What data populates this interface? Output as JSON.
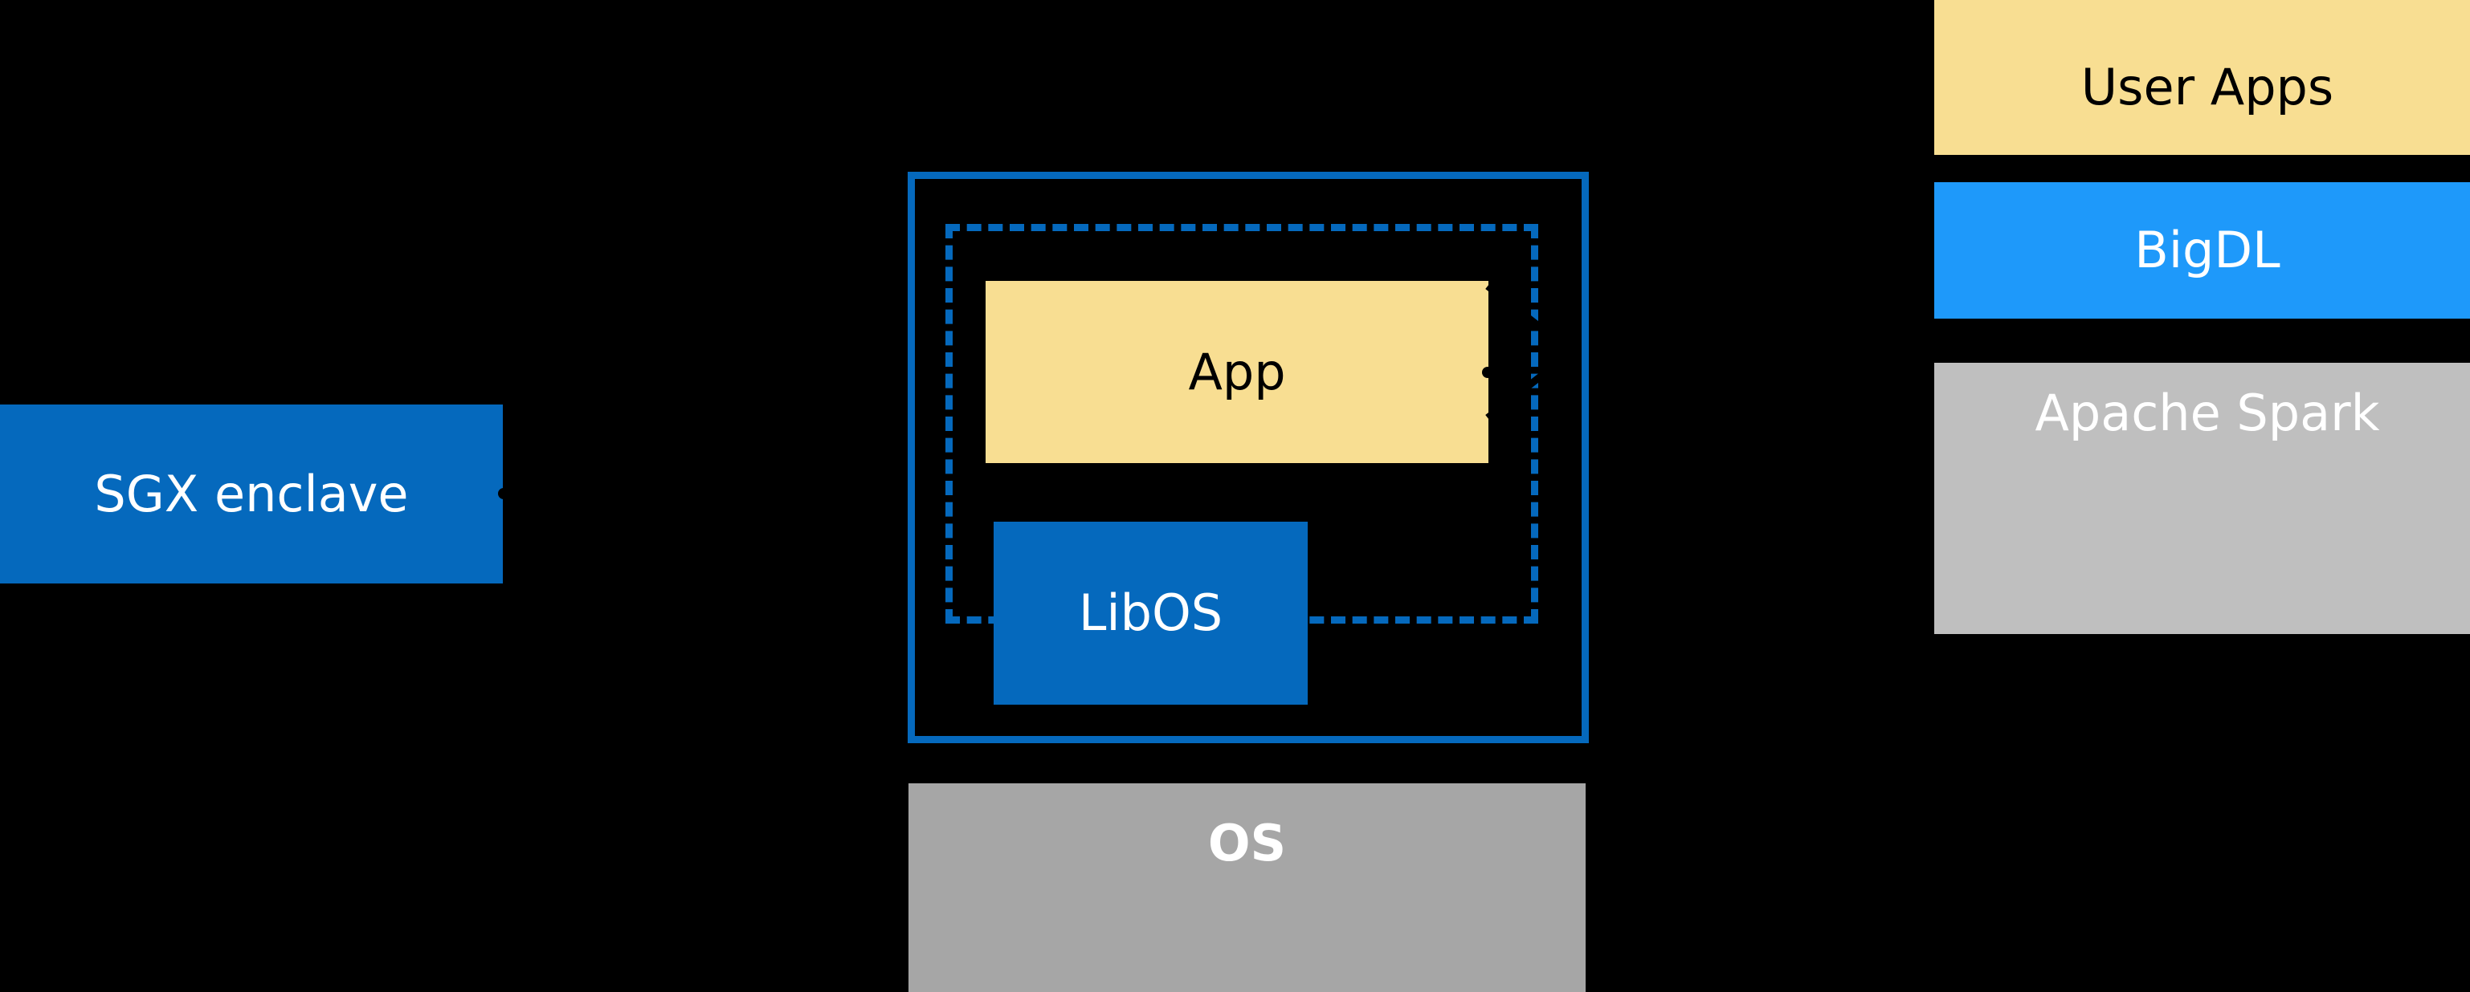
{
  "diagram": {
    "title": "SGX enclave LibOS architecture diagram",
    "background_color": "#000000",
    "palette": {
      "enclave_blue": "#0569BD",
      "bigdl_blue": "#1E99FA",
      "app_yellow": "#F8DE92",
      "os_gray": "#A6A6A6",
      "spark_gray": "#BFBFBF",
      "text_white": "#FFFFFF",
      "text_black": "#000000"
    },
    "left": {
      "sgx_enclave_label": "SGX enclave"
    },
    "center": {
      "app_label": "App",
      "libos_label": "LibOS",
      "os_label": "OS",
      "outer_frame_style": "solid",
      "inner_frame_style": "dashed"
    },
    "right_stack": {
      "items": [
        {
          "label": "User Apps",
          "fill": "#F8DE92",
          "text_color": "#000000"
        },
        {
          "label": "BigDL",
          "fill": "#1E99FA",
          "text_color": "#FFFFFF"
        },
        {
          "label": "Apache Spark",
          "fill": "#BFBFBF",
          "text_color": "#FFFFFF"
        }
      ]
    }
  }
}
